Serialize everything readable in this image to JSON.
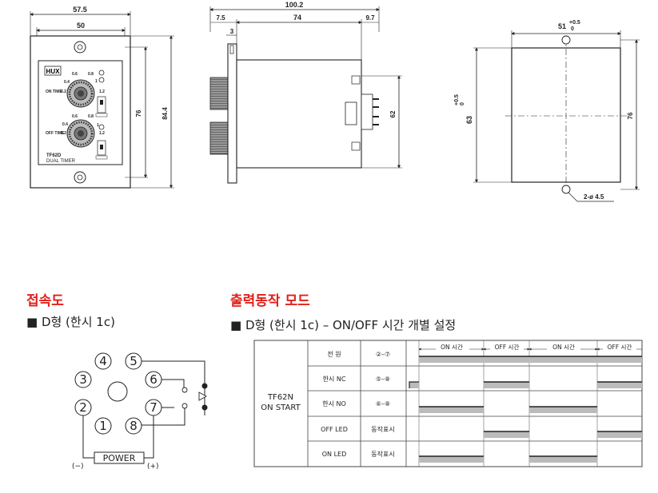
{
  "front_view": {
    "width_outer": "57.5",
    "width_inner": "50",
    "height_inner": "76",
    "height_outer": "84.4",
    "brand": "HUX",
    "on_time_label": "ON TIME",
    "off_time_label": "OFF TIME",
    "model": "TF62D",
    "subtitle": "DUAL TIMER",
    "led_labels": [
      "OFF",
      "ON"
    ]
  },
  "side_view": {
    "total": "100.2",
    "d1": "7.5",
    "d2": "74",
    "d3": "9.7",
    "d4": "3",
    "height": "62"
  },
  "cutout": {
    "width": "51",
    "width_tol": "+0.5",
    "width_tol2": "0",
    "height": "63",
    "height_tol": "+0.5",
    "height_tol2": "0",
    "pitch": "76",
    "hole": "2-ø 4.5"
  },
  "wiring": {
    "title": "접속도",
    "subtitle": "■ D형 (한시 1c)",
    "pins": [
      "1",
      "2",
      "3",
      "4",
      "5",
      "6",
      "7",
      "8"
    ],
    "power_label": "POWER",
    "minus": "(−)",
    "plus": "(+)"
  },
  "timing": {
    "title": "출력동작 모드",
    "subtitle": "■ D형 (한시 1c) – ON/OFF 시간 개별 설정",
    "row_header_line1": "TF62N",
    "row_header_line2": "ON START",
    "column_headers": [
      "ON 시간",
      "OFF 시간",
      "ON 시간",
      "OFF 시간"
    ],
    "rows": [
      {
        "label": "전   원",
        "pins": "②–⑦"
      },
      {
        "label": "한시 NC",
        "pins": "⑤–⑧"
      },
      {
        "label": "한시 NO",
        "pins": "⑥–⑧"
      },
      {
        "label": "OFF LED",
        "pins": "동작표시"
      },
      {
        "label": "ON LED",
        "pins": "동작표시"
      }
    ]
  }
}
